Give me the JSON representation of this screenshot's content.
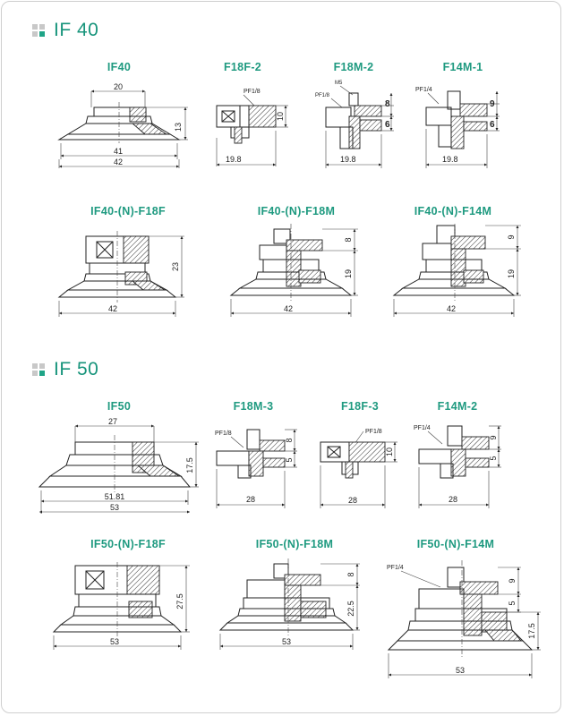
{
  "sections": [
    {
      "title": "IF 40"
    },
    {
      "title": "IF 50"
    }
  ],
  "if40": {
    "titles": {
      "a": "IF40",
      "b": "F18F-2",
      "c": "F18M-2",
      "d": "F14M-1",
      "e": "IF40-(N)-F18F",
      "f": "IF40-(N)-F18M",
      "g": "IF40-(N)-F14M"
    },
    "dims": {
      "a_top": "20",
      "a_h": "13",
      "a_mid": "41",
      "a_bot": "42",
      "b_h": "10",
      "b_w": "19.8",
      "b_port": "PF1/8",
      "c_m": "M5",
      "c_port": "PF1/8",
      "c_h1": "8",
      "c_h2": "6",
      "c_w": "19.8",
      "d_port": "PF1/4",
      "d_h1": "9",
      "d_h2": "6",
      "d_w": "19.8",
      "e_h": "23",
      "e_w": "42",
      "f_h1": "8",
      "f_h2": "19",
      "f_w": "42",
      "g_h1": "9",
      "g_h2": "19",
      "g_w": "42"
    }
  },
  "if50": {
    "titles": {
      "a": "IF50",
      "b": "F18M-3",
      "c": "F18F-3",
      "d": "F14M-2",
      "e": "IF50-(N)-F18F",
      "f": "IF50-(N)-F18M",
      "g": "IF50-(N)-F14M"
    },
    "dims": {
      "a_top": "27",
      "a_h": "17.5",
      "a_mid": "51.81",
      "a_bot": "53",
      "b_port": "PF1/8",
      "b_h1": "8",
      "b_h2": "5",
      "b_w": "28",
      "c_port": "PF1/8",
      "c_h": "10",
      "c_w": "28",
      "d_port": "PF1/4",
      "d_h1": "9",
      "d_h2": "5",
      "d_w": "28",
      "e_h": "27.5",
      "e_w": "53",
      "f_h1": "8",
      "f_h2": "22.5",
      "f_w": "53",
      "g_port": "PF1/4",
      "g_h1": "9",
      "g_h2": "5",
      "g_h3": "17.5",
      "g_w": "53"
    }
  }
}
